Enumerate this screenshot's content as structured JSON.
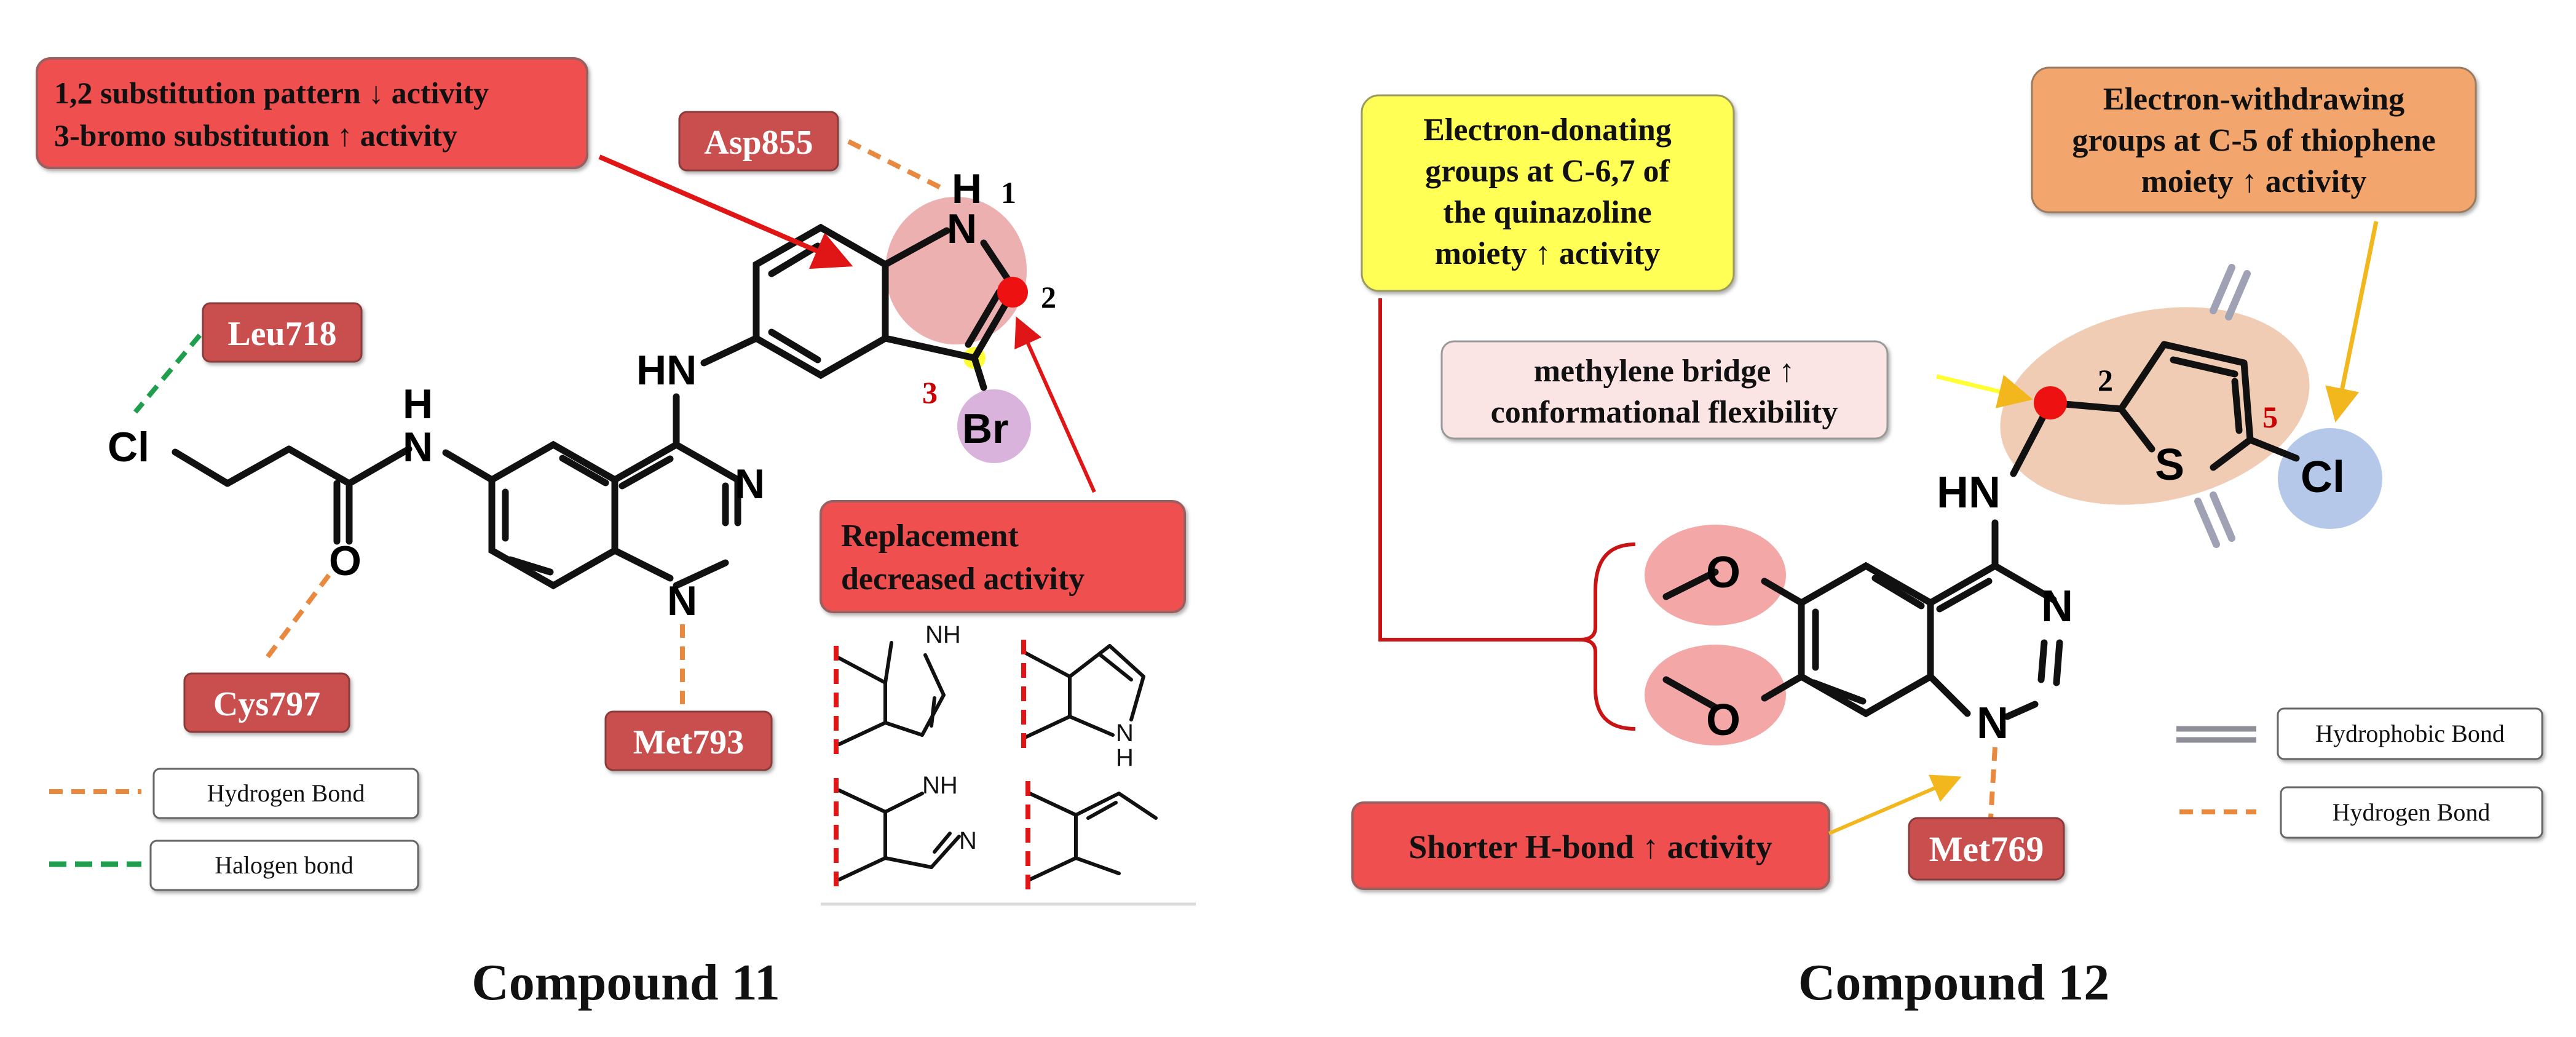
{
  "compound11": {
    "title": "Compound 11",
    "sar_box_line1": "1,2 substitution pattern ↓ activity",
    "sar_box_line2": "3-bromo substitution ↑ activity",
    "replacement_line1": "Replacement",
    "replacement_line2": "decreased activity",
    "residues": {
      "asp": "Asp855",
      "leu": "Leu718",
      "cys": "Cys797",
      "met": "Met793"
    },
    "atoms": {
      "nh_h": "H",
      "nh_n": "N",
      "hn": "HN",
      "h_amide": "H",
      "n_amide": "N",
      "cl": "Cl",
      "o": "O",
      "n_ring1": "N",
      "n_ring2": "N",
      "br": "Br"
    },
    "positions": {
      "p1": "1",
      "p2": "2",
      "p3": "3"
    },
    "legend": {
      "hydrogen": "Hydrogen Bond",
      "halogen": "Halogen bond"
    },
    "alt_atoms": {
      "nh": "NH",
      "n": "N",
      "h": "H",
      "n2": "N",
      "nh2": "NH"
    }
  },
  "compound12": {
    "title": "Compound 12",
    "yellow_line1": "Electron-donating",
    "yellow_line2": "groups at C-6,7 of",
    "yellow_line3": "the quinazoline",
    "yellow_line4": "moiety ↑ activity",
    "orange_line1": "Electron-withdrawing",
    "orange_line2": "groups at C-5 of thiophene",
    "orange_line3": "moiety ↑ activity",
    "pink_line1": "methylene bridge ↑",
    "pink_line2": "conformational flexibility",
    "hbond_box": "Shorter H-bond ↑ activity",
    "residue_met": "Met769",
    "atoms": {
      "hn": "HN",
      "s": "S",
      "cl": "Cl",
      "o1": "O",
      "o2": "O",
      "n1": "N",
      "n2": "N"
    },
    "positions": {
      "p2": "2",
      "p5": "5"
    },
    "legend": {
      "hydrophobic": "Hydrophobic Bond",
      "hydrogen": "Hydrogen Bond"
    }
  },
  "colors": {
    "red_box": "#f05050",
    "residue": "#c94f50",
    "yellow": "#ffff55",
    "orange_box": "#f2a56c",
    "pink_box": "#fbe4e4",
    "hydrogen_dash": "#e8893f",
    "halogen_dash": "#1f9e4e",
    "arrow_red": "#e01515",
    "arrow_yellow": "#f2b71c"
  }
}
